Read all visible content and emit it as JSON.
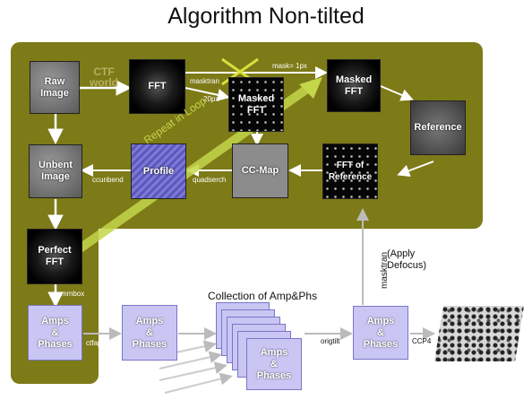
{
  "title": "Algorithm Non-tilted",
  "boxes": {
    "raw_image": "Raw\nImage",
    "fft": "FFT",
    "masked_fft_small": "Masked\nFFT",
    "masked_fft_large": "Masked\nFFT",
    "reference": "Reference",
    "fft_of_reference": "FFT of\nReference",
    "cc_map": "CC-Map",
    "profile": "Profile",
    "unbent_image": "Unbent\nImage",
    "perfect_fft": "Perfect\nFFT",
    "amps_phases_1": "Amps\n&\nPhases",
    "amps_phases_2": "Amps\n&\nPhases",
    "amps_phases_stack": "Amps\n&\nPhases",
    "amps_phases_merged": "Amps\n&\nPhases"
  },
  "labels": {
    "ctf_world": "CTF\nworld",
    "masktran_top": "masktran",
    "px20": "20px",
    "mask1px": "mask= 1px",
    "ccunbend": "ccunbend",
    "quadserch": "quadserch",
    "mmbox": "mmbox",
    "ctfapply": "ctfapply",
    "origtilt": "origtilt",
    "ccp4": "CCP4",
    "repeat_in_loop": "Repeat in Loop",
    "apply_defocus": "(Apply\nDefocus)",
    "masktran_vertical": "masktran",
    "collection": "Collection of Amp&Phs"
  },
  "colors": {
    "olive": "#7d7a18",
    "loop_arrow": "#c4d64a",
    "lavender": "#c9c6f4"
  }
}
